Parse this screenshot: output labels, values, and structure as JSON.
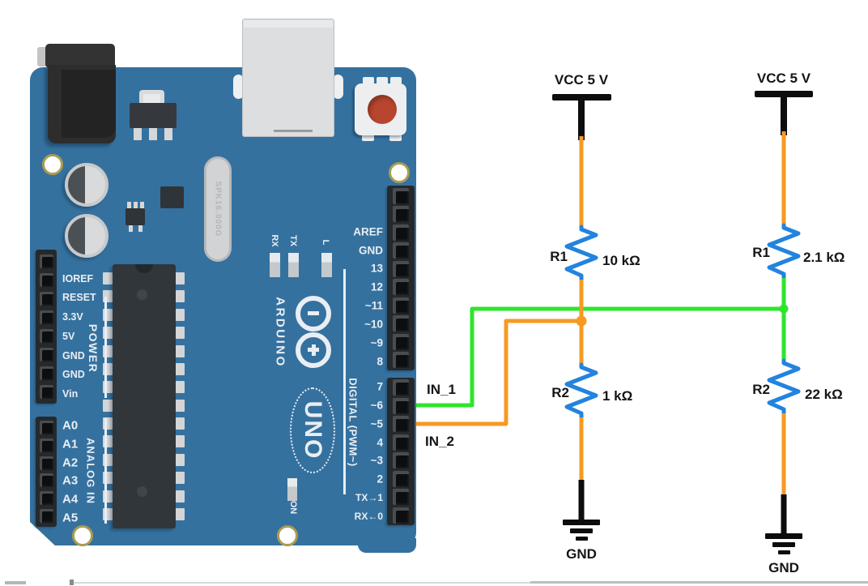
{
  "diagram": {
    "in1": "IN_1",
    "in2": "IN_2",
    "divider1": {
      "vcc": "VCC 5 V",
      "r1_name": "R1",
      "r1_value": "10 kΩ",
      "r2_name": "R2",
      "r2_value": "1 kΩ",
      "gnd": "GND"
    },
    "divider2": {
      "vcc": "VCC 5 V",
      "r1_name": "R1",
      "r1_value": "2.1 kΩ",
      "r2_name": "R2",
      "r2_value": "22 kΩ",
      "gnd": "GND"
    },
    "connections": [
      {
        "arduino_pin": "~6",
        "label": "IN_1",
        "wire_color": "green",
        "to": "midpoint of divider 2 (R1 2.1 kΩ / R2 22 kΩ)"
      },
      {
        "arduino_pin": "~5",
        "label": "IN_2",
        "wire_color": "orange",
        "to": "midpoint of divider 1 (R1 10 kΩ / R2 1 kΩ)"
      }
    ]
  },
  "board": {
    "logo": "ARDUINO",
    "model": "UNO",
    "crystal": "SPK16.000G",
    "rx": "RX",
    "tx": "TX",
    "l": "L",
    "on": "ON",
    "power_group": "POWER",
    "analog_group": "ANALOG IN",
    "digital_group": "DIGITAL (PWM~)",
    "power_pins": [
      "IOREF",
      "RESET",
      "3.3V",
      "5V",
      "GND",
      "GND",
      "Vin"
    ],
    "analog_pins": [
      "A0",
      "A1",
      "A2",
      "A3",
      "A4",
      "A5"
    ],
    "digital_top_pins": [
      "AREF",
      "GND",
      "13",
      "12",
      "~11",
      "~10",
      "~9",
      "8"
    ],
    "digital_bottom_pins": [
      "7",
      "~6",
      "~5",
      "4",
      "~3",
      "2",
      "TX→1",
      "RX←0"
    ]
  },
  "colors": {
    "board_blue": "#35719f",
    "wire_green": "#2ee42e",
    "wire_orange": "#f59a23",
    "resistor_blue": "#2383de",
    "reset_button_red": "#b8452e",
    "schematic_black": "#0d0d0d"
  }
}
